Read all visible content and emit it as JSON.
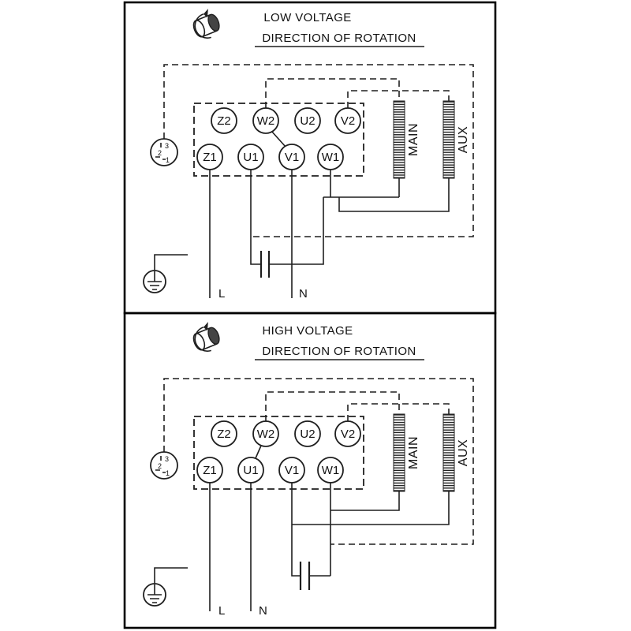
{
  "panels": [
    {
      "title": "LOW VOLTAGE",
      "subtitle": "DIRECTION OF ROTATION",
      "terminals_top": [
        "Z2",
        "W2",
        "U2",
        "V2"
      ],
      "terminals_bottom": [
        "Z1",
        "U1",
        "V1",
        "W1"
      ],
      "main_label": "MAIN",
      "aux_label": "AUX",
      "line_label": "L",
      "neutral_label": "N",
      "connector_numbers": [
        "3",
        "2",
        "1"
      ]
    },
    {
      "title": "HIGH VOLTAGE",
      "subtitle": "DIRECTION OF ROTATION",
      "terminals_top": [
        "Z2",
        "W2",
        "U2",
        "V2"
      ],
      "terminals_bottom": [
        "Z1",
        "U1",
        "V1",
        "W1"
      ],
      "main_label": "MAIN",
      "aux_label": "AUX",
      "line_label": "L",
      "neutral_label": "N",
      "connector_numbers": [
        "3",
        "2",
        "1"
      ]
    }
  ],
  "colors": {
    "line": "#1f1f1f",
    "background": "#ffffff"
  }
}
